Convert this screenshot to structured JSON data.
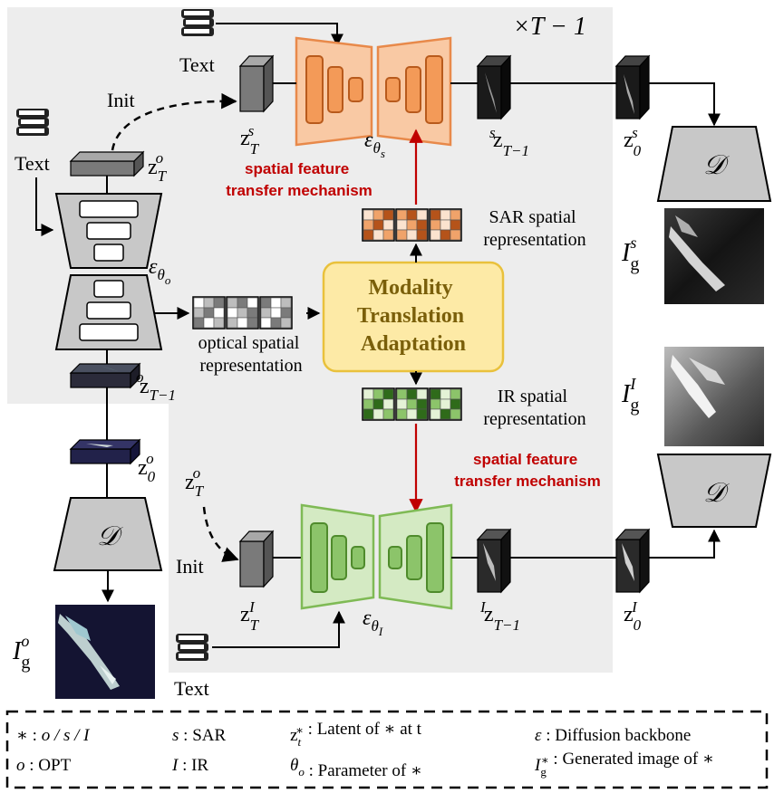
{
  "diagram": {
    "repeat_label": "×T − 1",
    "text_label": "Text",
    "init_label": "Init",
    "latents": {
      "zT_o": {
        "base": "z",
        "sub": "T",
        "sup": "o"
      },
      "zT_s": {
        "base": "z",
        "sub": "T",
        "sup": "s"
      },
      "zTm1_s": {
        "base": "z",
        "sub": "T−1",
        "sup": "s"
      },
      "z0_s": {
        "base": "z",
        "sub": "0",
        "sup": "s"
      },
      "zTm1_o": {
        "base": "z",
        "sub": "T−1",
        "sup": "o"
      },
      "z0_o": {
        "base": "z",
        "sub": "0",
        "sup": "o"
      },
      "zT_o_dashed": {
        "base": "z",
        "sub": "T",
        "sup": "o"
      },
      "zT_I": {
        "base": "z",
        "sub": "T",
        "sup": "I"
      },
      "zTm1_I": {
        "base": "z",
        "sub": "T−1",
        "sup": "I"
      },
      "z0_I": {
        "base": "z",
        "sub": "0",
        "sup": "I"
      }
    },
    "backbones": {
      "optical": {
        "base": "ε",
        "sub": "θ",
        "subsub": "o"
      },
      "sar": {
        "base": "ε",
        "sub": "θ",
        "subsub": "s"
      },
      "ir": {
        "base": "ε",
        "sub": "θ",
        "subsub": "I"
      }
    },
    "decoder_label": "𝒟",
    "generated": {
      "sar": {
        "base": "I",
        "sub": "g",
        "sup": "s"
      },
      "ir": {
        "base": "I",
        "sub": "g",
        "sup": "I"
      },
      "opt": {
        "base": "I",
        "sub": "g",
        "sup": "o"
      }
    },
    "mta_lines": [
      "Modality",
      "Translation",
      "Adaptation"
    ],
    "sftm_lines": [
      "spatial feature",
      "transfer mechanism"
    ],
    "optical_rep_lines": [
      "optical spatial",
      "representation"
    ],
    "sar_rep_lines": [
      "SAR spatial",
      "representation"
    ],
    "ir_rep_lines": [
      "IR spatial",
      "representation"
    ],
    "colors": {
      "background_panel": "#ededed",
      "sar_unet_fill": "#f9c9a4",
      "sar_unet_stroke": "#e8894a",
      "ir_unet_fill": "#d4eac3",
      "ir_unet_stroke": "#7fba55",
      "mta_fill": "#fdeaa6",
      "mta_stroke": "#e9c13c",
      "mta_text": "#7a5f0a",
      "red": "#c00000",
      "grey_block": "#c8c8c8"
    }
  },
  "legend": {
    "rows": [
      [
        {
          "sym": "∗",
          "colon": " : ",
          "desc": "o / s / I",
          "desc_italic": true
        },
        {
          "sym": "s",
          "colon": " : ",
          "desc": "SAR"
        },
        {
          "sym": "z",
          "sub": "t",
          "sup": "∗",
          "colon": " : ",
          "desc": "Latent of ∗ at t"
        },
        {
          "sym": "ε",
          "colon": " : ",
          "desc": "Diffusion backbone"
        }
      ],
      [
        {
          "sym": "o",
          "colon": " : ",
          "desc": "OPT"
        },
        {
          "sym": "I",
          "colon": " : ",
          "desc": "IR"
        },
        {
          "sym": "θ",
          "sub": "o",
          "colon": " : ",
          "desc": "Parameter of ∗"
        },
        {
          "sym": "I",
          "sub": "g",
          "sup": "∗",
          "colon": " : ",
          "desc": "Generated image of ∗"
        }
      ]
    ]
  }
}
